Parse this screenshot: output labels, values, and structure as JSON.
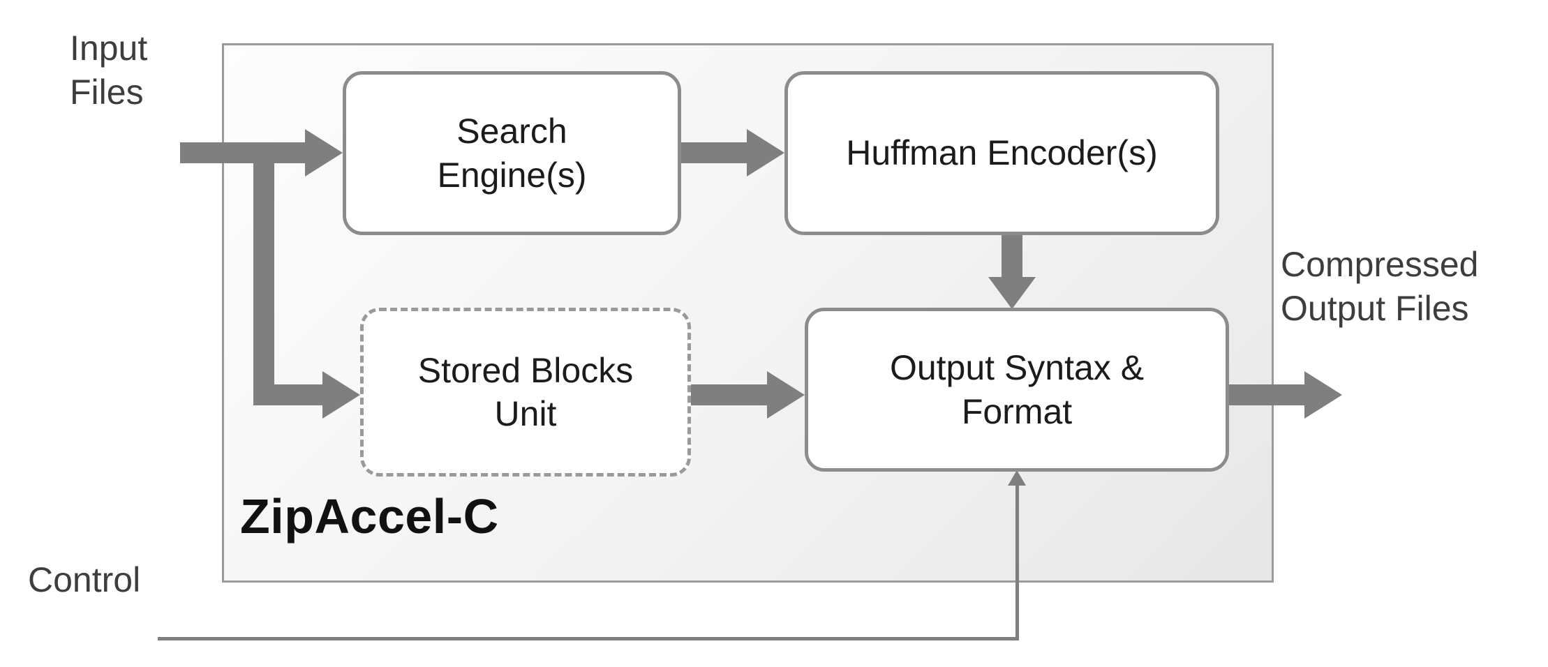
{
  "diagram": {
    "title": "ZipAccel-C",
    "nodes": {
      "search_engine": "Search\nEngine(s)",
      "huffman_encoder": "Huffman Encoder(s)",
      "stored_blocks": "Stored Blocks\nUnit",
      "output_syntax": "Output Syntax &\nFormat"
    },
    "labels": {
      "input": "Input\nFiles",
      "output": "Compressed\nOutput Files",
      "control": "Control"
    },
    "edges": [
      "input-files -> search-engine",
      "input-files -> stored-blocks-unit",
      "search-engine -> huffman-encoder",
      "huffman-encoder -> output-syntax-format",
      "stored-blocks-unit -> output-syntax-format",
      "output-syntax-format -> compressed-output-files",
      "control -> output-syntax-format"
    ],
    "colors": {
      "arrow": "#7f7f7f",
      "node_border": "#8c8c8c",
      "outer_border": "#9a9a9a",
      "outer_fill_start": "#fdfdfd",
      "outer_fill_end": "#e7e7e7",
      "node_text": "#1b1b1b",
      "label_text": "#3d3d3d"
    }
  }
}
